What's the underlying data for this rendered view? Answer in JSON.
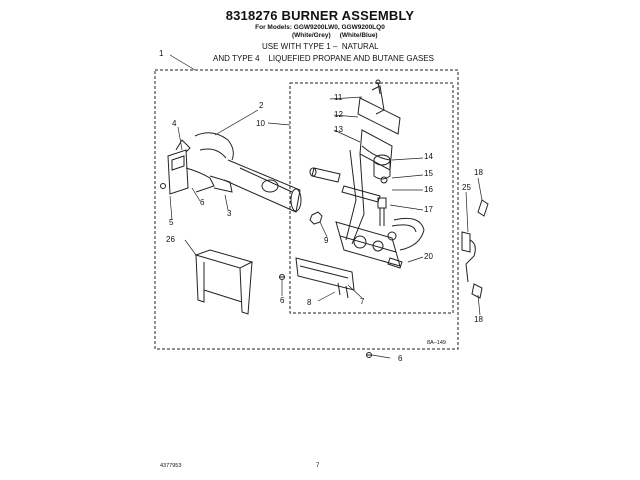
{
  "document": {
    "title": "8318276 BURNER ASSEMBLY",
    "models_line": "For Models: GGW9200LW0, GGW9200LQ0",
    "color_variants": [
      "(White/Grey)",
      "(White/Blue)"
    ],
    "usage_line_1": "USE WITH TYPE 1 –  NATURAL",
    "usage_line_2": "AND TYPE 4    LIQUEFIED PROPANE AND BUTANE GASES",
    "drawing_ref": "8A–149",
    "doc_number": "4377953",
    "page_number": "7"
  },
  "callouts": [
    {
      "id": "c1",
      "label": "1"
    },
    {
      "id": "c2",
      "label": "2"
    },
    {
      "id": "c3",
      "label": "3"
    },
    {
      "id": "c4",
      "label": "4"
    },
    {
      "id": "c5",
      "label": "5"
    },
    {
      "id": "c6a",
      "label": "6"
    },
    {
      "id": "c6b",
      "label": "6"
    },
    {
      "id": "c6c",
      "label": "6"
    },
    {
      "id": "c7",
      "label": "7"
    },
    {
      "id": "c8",
      "label": "8"
    },
    {
      "id": "c9",
      "label": "9"
    },
    {
      "id": "c10",
      "label": "10"
    },
    {
      "id": "c11",
      "label": "11"
    },
    {
      "id": "c12",
      "label": "12"
    },
    {
      "id": "c13",
      "label": "13"
    },
    {
      "id": "c14",
      "label": "14"
    },
    {
      "id": "c15",
      "label": "15"
    },
    {
      "id": "c16",
      "label": "16"
    },
    {
      "id": "c17",
      "label": "17"
    },
    {
      "id": "c18a",
      "label": "18"
    },
    {
      "id": "c18b",
      "label": "18"
    },
    {
      "id": "c20",
      "label": "20"
    },
    {
      "id": "c25",
      "label": "25"
    },
    {
      "id": "c26",
      "label": "26"
    }
  ]
}
